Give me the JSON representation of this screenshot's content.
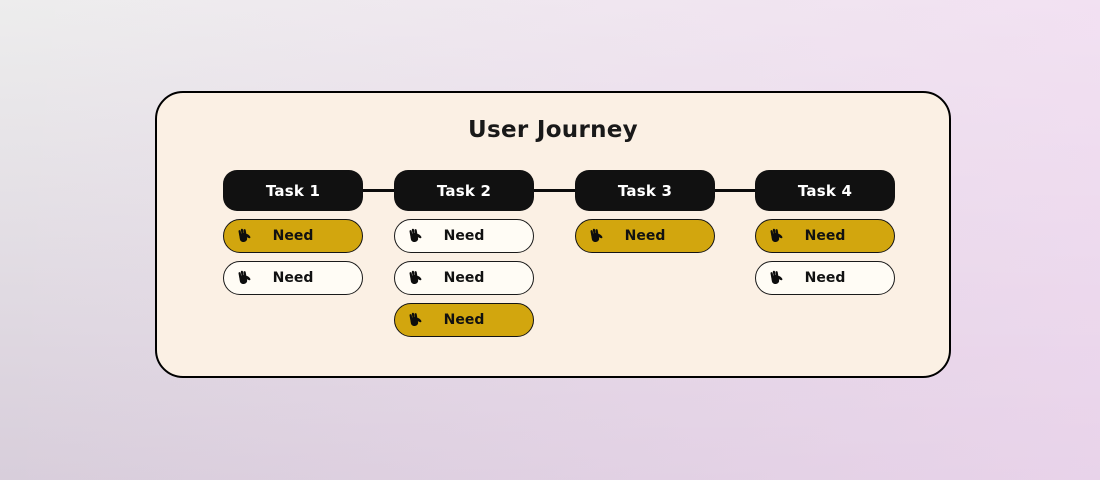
{
  "title": "User Journey",
  "columns": [
    {
      "task": "Task 1",
      "needs": [
        {
          "label": "Need",
          "state": "highlighted"
        },
        {
          "label": "Need",
          "state": "normal"
        }
      ]
    },
    {
      "task": "Task 2",
      "needs": [
        {
          "label": "Need",
          "state": "normal"
        },
        {
          "label": "Need",
          "state": "normal"
        },
        {
          "label": "Need",
          "state": "highlighted"
        }
      ]
    },
    {
      "task": "Task 3",
      "needs": [
        {
          "label": "Need",
          "state": "highlighted"
        }
      ]
    },
    {
      "task": "Task 4",
      "needs": [
        {
          "label": "Need",
          "state": "highlighted"
        },
        {
          "label": "Need",
          "state": "normal"
        }
      ]
    }
  ],
  "icons": {
    "star": "sparkle-star-icon",
    "hand": "raised-hand-icon"
  },
  "colors": {
    "background_gray_top": "#ededed",
    "background_gray_bottom": "#d8cedb",
    "card_background": "#fbf0e4",
    "task_pill": "#111111",
    "task_text": "#ffffff",
    "highlight_gold": "#d2a60e",
    "star_gold": "#dcaf1b",
    "plain_pill_background": "#fffcf5",
    "need_text": "#111111"
  }
}
